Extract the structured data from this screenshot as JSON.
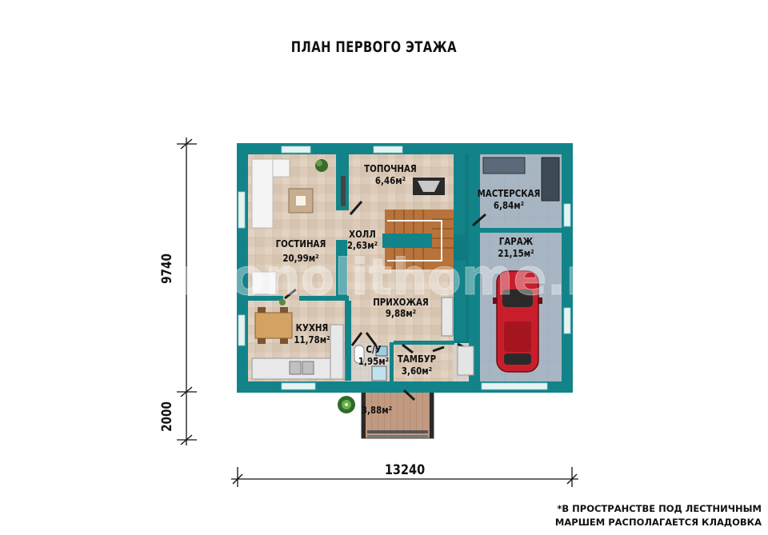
{
  "title": "ПЛАН ПЕРВОГО ЭТАЖА",
  "watermark": "monolithome.ru",
  "dimensions": {
    "width": "13240",
    "depth": "9740",
    "porch_depth": "2000"
  },
  "rooms": {
    "living": {
      "name": "ГОСТИНАЯ",
      "area": "20,99м²"
    },
    "boiler": {
      "name": "ТОПОЧНАЯ",
      "area": "6,46м²"
    },
    "hall": {
      "name": "ХОЛЛ",
      "area": "2,63м²"
    },
    "workshop": {
      "name": "МАСТЕРСКАЯ",
      "area": "6,84м²"
    },
    "garage": {
      "name": "ГАРАЖ",
      "area": "21,15м²"
    },
    "entrance": {
      "name": "ПРИХОЖАЯ",
      "area": "9,88м²"
    },
    "kitchen": {
      "name": "КУХНЯ",
      "area": "11,78м²"
    },
    "bathroom": {
      "name": "С/У",
      "area": "1,95м²"
    },
    "vestibule": {
      "name": "ТАМБУР",
      "area": "3,60м²"
    },
    "porch": {
      "name": "",
      "area": "3,88м²"
    }
  },
  "note": {
    "line1": "*В ПРОСТРАНСТВЕ ПОД ЛЕСТНИЧНЫМ",
    "line2": "МАРШЕМ РАСПОЛАГАЕТСЯ КЛАДОВКА"
  },
  "colors": {
    "wall": "#13838a",
    "wall_dark": "#0c5f63",
    "floor_living": "#dcccb9",
    "floor_garage": "#a9b7c4",
    "stairs": "#b9743c",
    "car": "#c81e2c",
    "window": "#e3f2f2"
  }
}
